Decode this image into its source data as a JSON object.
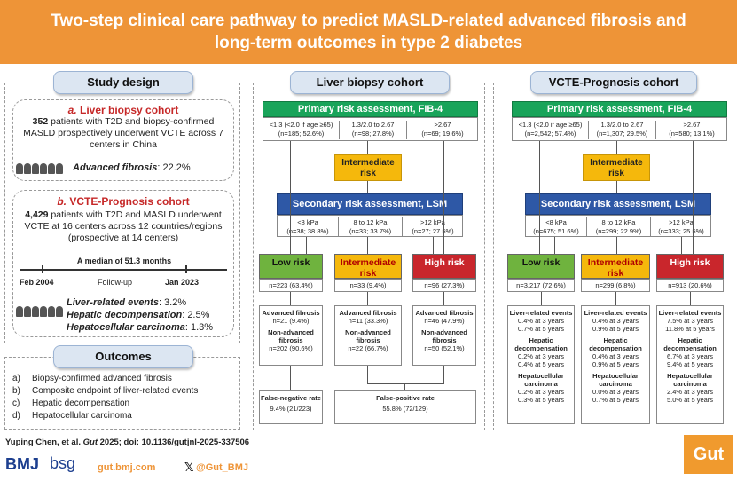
{
  "header": {
    "title_line1": "Two-step clinical care pathway to predict MASLD-related advanced fibrosis and",
    "title_line2": "long-term outcomes in type 2 diabetes"
  },
  "study_design": {
    "title": "Study design",
    "biopsy": {
      "prefix": "a.",
      "name": "Liver biopsy cohort",
      "count": "352",
      "text": " patients with T2D and biopsy-confirmed MASLD prospectively underwent VCTE across 7 centers in China",
      "af_label": "Advanced fibrosis",
      "af_value": ": 22.2%"
    },
    "vcte": {
      "prefix": "b.",
      "name": "VCTE-Prognosis cohort",
      "count": "4,429",
      "text": " patients with T2D and MASLD underwent VCTE at 16 centers across 12 countries/regions (prospective at 14 centers)",
      "median": "A median of 51.3 months",
      "start": "Feb 2004",
      "follow": "Follow-up",
      "end": "Jan 2023",
      "events": [
        {
          "label": "Liver-related events",
          "value": ": 3.2%"
        },
        {
          "label": "Hepatic decompensation",
          "value": ": 2.5%"
        },
        {
          "label": "Hepatocellular carcinoma",
          "value": ": 1.3%"
        }
      ]
    }
  },
  "outcomes": {
    "title": "Outcomes",
    "items": [
      {
        "letter": "a)",
        "text": "Biopsy-confirmed advanced fibrosis"
      },
      {
        "letter": "b)",
        "text": "Composite endpoint of liver-related events"
      },
      {
        "letter": "c)",
        "text": "Hepatic decompensation"
      },
      {
        "letter": "d)",
        "text": "Hepatocellular carcinoma"
      }
    ]
  },
  "chart_data": [
    {
      "type": "table",
      "title": "Liver biopsy cohort",
      "primary": "Primary risk assessment, FIB-4",
      "fib4": [
        {
          "range": "<1.3 (<2.0 if age ≥65)",
          "n": "(n=185; 52.6%)"
        },
        {
          "range": "1.3/2.0 to 2.67",
          "n": "(n=98; 27.8%)"
        },
        {
          "range": ">2.67",
          "n": "(n=69; 19.6%)"
        }
      ],
      "intermediate": "Intermediate risk",
      "secondary": "Secondary risk assessment, LSM",
      "lsm": [
        {
          "range": "<8 kPa",
          "n": "(n=38; 38.8%)"
        },
        {
          "range": "8 to 12 kPa",
          "n": "(n=33; 33.7%)"
        },
        {
          "range": ">12 kPa",
          "n": "(n=27; 27.5%)"
        }
      ],
      "final": [
        {
          "label": "Low risk",
          "n": "n=223 (63.4%)"
        },
        {
          "label": "Intermediate risk",
          "n": "n=33 (9.4%)"
        },
        {
          "label": "High risk",
          "n": "n=96 (27.3%)"
        }
      ],
      "outcomes": [
        {
          "af_label": "Advanced fibrosis",
          "af_n": "n=21 (9.4%)",
          "naf_label": "Non-advanced fibrosis",
          "naf_n": "n=202 (90.6%)"
        },
        {
          "af_label": "Advanced fibrosis",
          "af_n": "n=11 (33.3%)",
          "naf_label": "Non-advanced fibrosis",
          "naf_n": "n=22 (66.7%)"
        },
        {
          "af_label": "Advanced fibrosis",
          "af_n": "n=46 (47.9%)",
          "naf_label": "Non-advanced fibrosis",
          "naf_n": "n=50 (52.1%)"
        }
      ],
      "fn_label": "False-negative rate",
      "fn_value": "9.4% (21/223)",
      "fp_label": "False-positive rate",
      "fp_value": "55.8% (72/129)"
    },
    {
      "type": "table",
      "title": "VCTE-Prognosis cohort",
      "primary": "Primary risk assessment, FIB-4",
      "fib4": [
        {
          "range": "<1.3 (<2.0 if age ≥65)",
          "n": "(n=2,542; 57.4%)"
        },
        {
          "range": "1.3/2.0 to 2.67",
          "n": "(n=1,307; 29.5%)"
        },
        {
          "range": ">2.67",
          "n": "(n=580; 13.1%)"
        }
      ],
      "intermediate": "Intermediate risk",
      "secondary": "Secondary risk assessment, LSM",
      "lsm": [
        {
          "range": "<8 kPa",
          "n": "(n=675; 51.6%)"
        },
        {
          "range": "8 to 12 kPa",
          "n": "(n=299; 22.9%)"
        },
        {
          "range": ">12 kPa",
          "n": "(n=333; 25.5%)"
        }
      ],
      "final": [
        {
          "label": "Low risk",
          "n": "n=3,217 (72.6%)"
        },
        {
          "label": "Intermediate risk",
          "n": "n=299 (6.8%)"
        },
        {
          "label": "High risk",
          "n": "n=913 (20.6%)"
        }
      ],
      "outcomes": [
        {
          "lre": [
            "0.4% at 3 years",
            "0.7% at 5 years"
          ],
          "hd": [
            "0.2% at 3 years",
            "0.4% at 5 years"
          ],
          "hcc": [
            "0.2% at 3 years",
            "0.3% at 5 years"
          ]
        },
        {
          "lre": [
            "0.4% at 3 years",
            "0.9% at 5 years"
          ],
          "hd": [
            "0.4% at 3 years",
            "0.9% at 5 years"
          ],
          "hcc": [
            "0.0% at 3 years",
            "0.7% at 5 years"
          ]
        },
        {
          "lre": [
            "7.5% at 3 years",
            "11.8% at 5 years"
          ],
          "hd": [
            "6.7% at 3 years",
            "9.4% at 5 years"
          ],
          "hcc": [
            "2.4% at 3 years",
            "5.0% at 5 years"
          ]
        }
      ],
      "lre_label": "Liver-related events",
      "hd_label": "Hepatic decompensation",
      "hcc_label": "Hepatocellular carcinoma"
    }
  ],
  "footer": {
    "citation_pre": "Yuping Chen, et al. ",
    "journal": "Gut",
    "citation_post": " 2025; doi: 10.1136/gutjnl-2025-337506",
    "bmj": "BMJ",
    "bsg": "bsg",
    "site": "gut.bmj.com",
    "x_handle": "@Gut_BMJ",
    "gut_logo": "Gut"
  }
}
